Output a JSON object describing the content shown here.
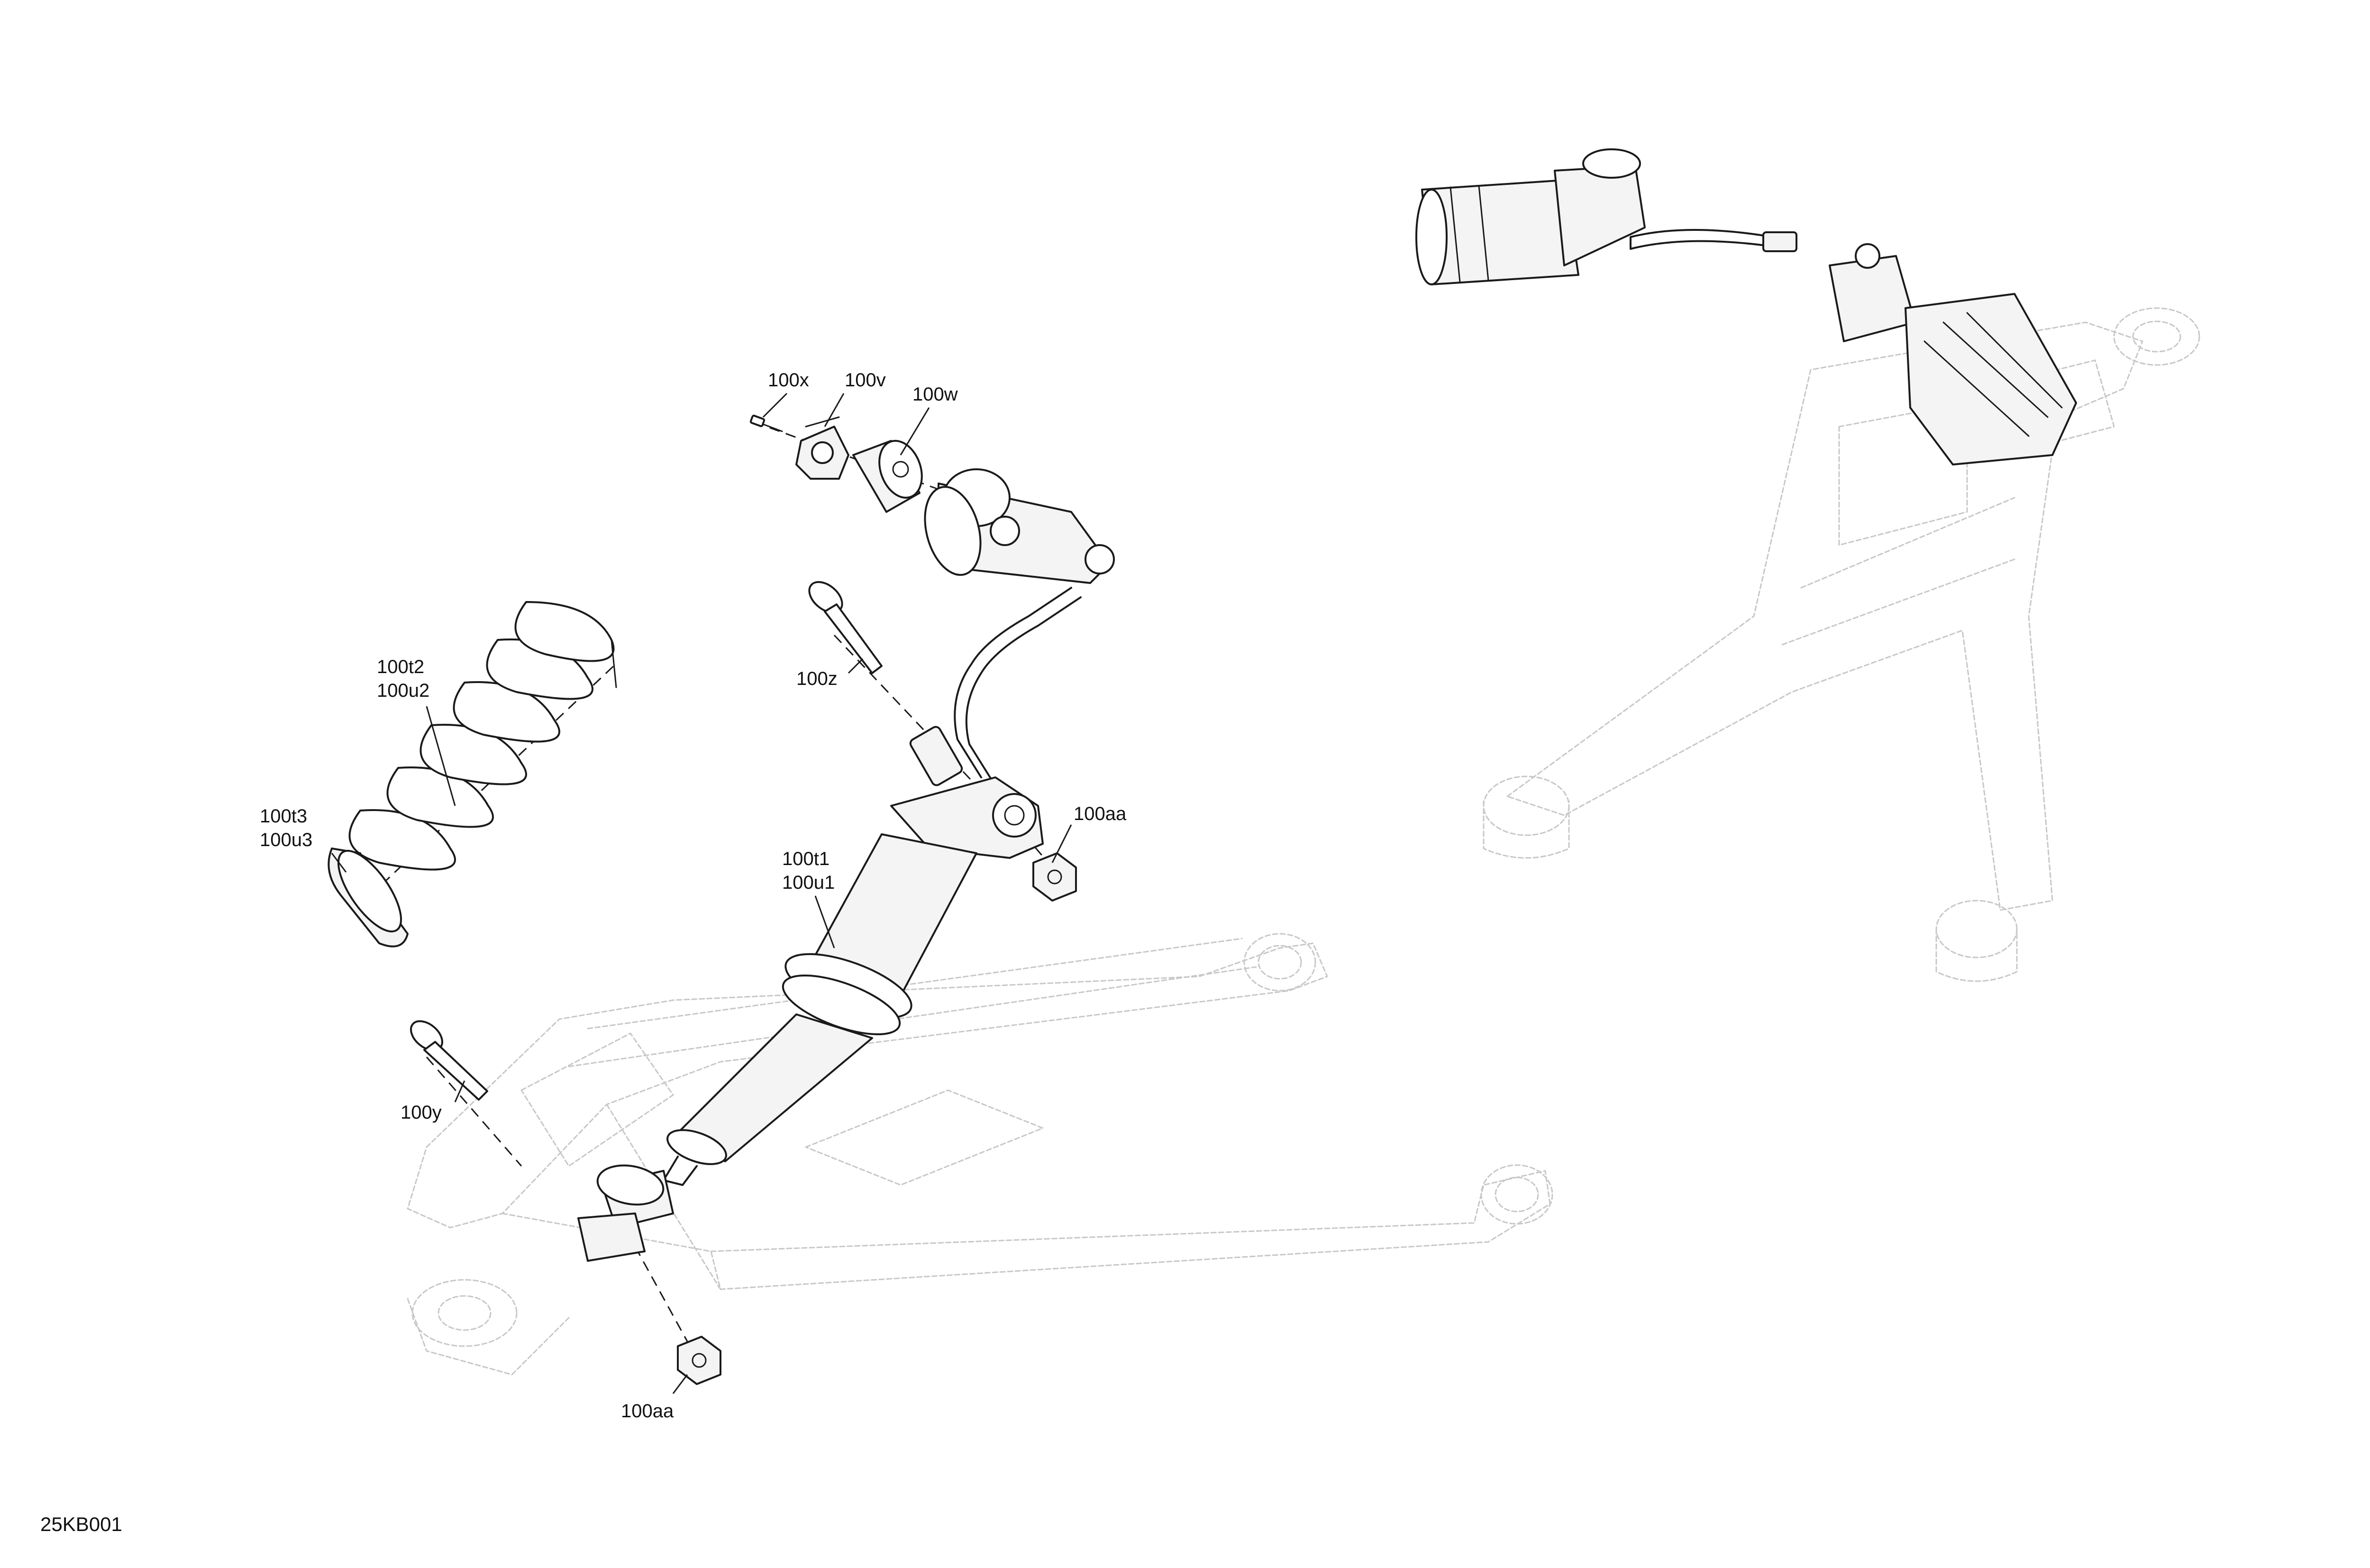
{
  "callouts": {
    "x100x": "100x",
    "x100v": "100v",
    "x100w": "100w",
    "x100z": "100z",
    "x100t2": "100t2",
    "x100u2": "100u2",
    "x100t3": "100t3",
    "x100u3": "100u3",
    "x100t1": "100t1",
    "x100u1": "100u1",
    "x100aa_top": "100aa",
    "x100y": "100y",
    "x100aa_bottom": "100aa"
  },
  "figure_code": "25KB001",
  "colors": {
    "line": "#1a1a1a",
    "ghost": "#c8c8c8",
    "background": "#ffffff"
  }
}
